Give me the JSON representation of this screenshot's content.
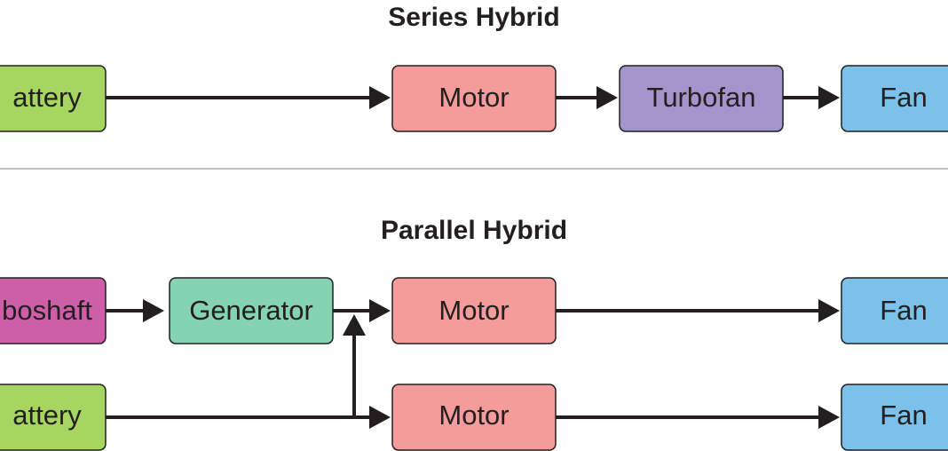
{
  "colors": {
    "battery": "#a6d562",
    "motor": "#f49b9b",
    "turbofan": "#a096cb",
    "fan": "#7cc1ea",
    "turboshaft": "#cd5fa8",
    "generator": "#86d3b2",
    "stroke": "#231f20",
    "divider": "#9d9d9d"
  },
  "series": {
    "title": "Series Hybrid",
    "battery": "attery",
    "motor": "Motor",
    "turbofan": "Turbofan",
    "fan": "Fan"
  },
  "parallel": {
    "title": "Parallel Hybrid",
    "turboshaft": "boshaft",
    "generator": "Generator",
    "motor_top": "Motor",
    "fan_top": "Fan",
    "battery": "attery",
    "motor_bottom": "Motor",
    "fan_bottom": "Fan"
  }
}
